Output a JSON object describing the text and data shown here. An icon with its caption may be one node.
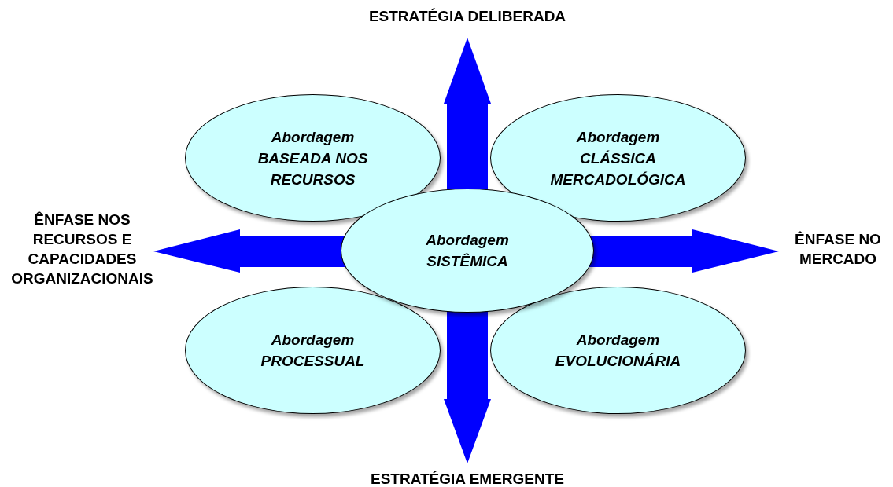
{
  "diagram": {
    "nodes": [
      {
        "text": [
          "Abordagem",
          "BASEADA NOS RECURSOS"
        ]
      },
      {
        "text": [
          "Abordagem",
          "CLÁSSICA MERCADOLÓGICA"
        ]
      },
      {
        "text": [
          "Abordagem",
          "SISTÊMICA"
        ]
      },
      {
        "text": [
          "Abordagem",
          "PROCESSUAL"
        ]
      },
      {
        "text": [
          "Abordagem",
          "EVOLUCIONÁRIA"
        ]
      }
    ],
    "edges": [],
    "labels": [
      "ESTRATÉGIA DELIBERADA",
      "ÊNFASE NOS RECURSOS E CAPACIDADES ORGANIZACIONAIS",
      "ÊNFASE NO MERCADO",
      "ESTRATÉGIA EMERGENTE"
    ]
  }
}
